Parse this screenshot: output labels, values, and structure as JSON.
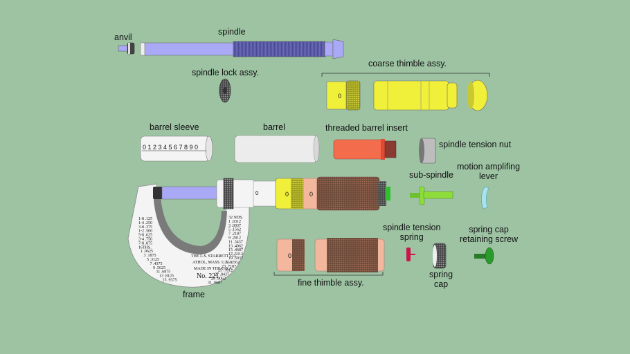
{
  "labels": {
    "anvil": "anvil",
    "spindle": "spindle",
    "spindle_lock": "spindle lock assy.",
    "coarse_thimble": "coarse thimble assy.",
    "barrel_sleeve": "barrel sleeve",
    "barrel": "barrel",
    "threaded_insert": "threaded barrel insert",
    "tension_nut": "spindle tension nut",
    "sub_spindle": "sub-spindle",
    "motion_lever_1": "motion amplifing",
    "motion_lever_2": "lever",
    "tension_spring_1": "spindle tension",
    "tension_spring_2": "spring",
    "spring_cap_1": "spring",
    "spring_cap_2": "cap",
    "retaining_screw_1": "spring cap",
    "retaining_screw_2": "retaining screw",
    "fine_thimble": "fine thimble assy.",
    "frame": "frame"
  },
  "sleeve_scale": "0 1 2 3 4 5 6 7 8 9 0",
  "frame_text": {
    "maker": "THE L.S. STARRETT CO.",
    "city": "ATHOL, MASS. U.S.A.",
    "made": "MADE IN THE U.S.A.",
    "model": "No. 221",
    "left_table": [
      "1-8 .125",
      "1-4 .250",
      "3-8 .375",
      "1-2 .500",
      "5-8 .625",
      "3-4 .750",
      "7-8 .875",
      "16THS.",
      "1 .0625",
      "3 .1875",
      "5 .3125",
      "7 .4375",
      "9 .5625",
      "11 .6875",
      "13 .8125",
      "15 .9375"
    ],
    "right_table": [
      "32 NDS.",
      "1 .0312",
      "3 .0937",
      "5 .1562",
      "7 .2187",
      "9 .2812",
      "11 .3437",
      "13 .4062",
      "15 .4687",
      "17 .5312",
      "19 .5937",
      "21 .6562",
      "23 .7187",
      "25 .7812",
      "27 .8437",
      "29 .9062",
      "31 .9687"
    ]
  },
  "colors": {
    "background": "#9dc3a3",
    "spindle": "#a9a9f5",
    "coarse_thimble": "#f0f03a",
    "fine_thimble": "#f2b79c",
    "threaded_insert": "#f36c4c",
    "sub_spindle": "#8edc3a",
    "lever": "#a8e3ec",
    "spring": "#c8154a",
    "screw": "#2a9a2a"
  }
}
